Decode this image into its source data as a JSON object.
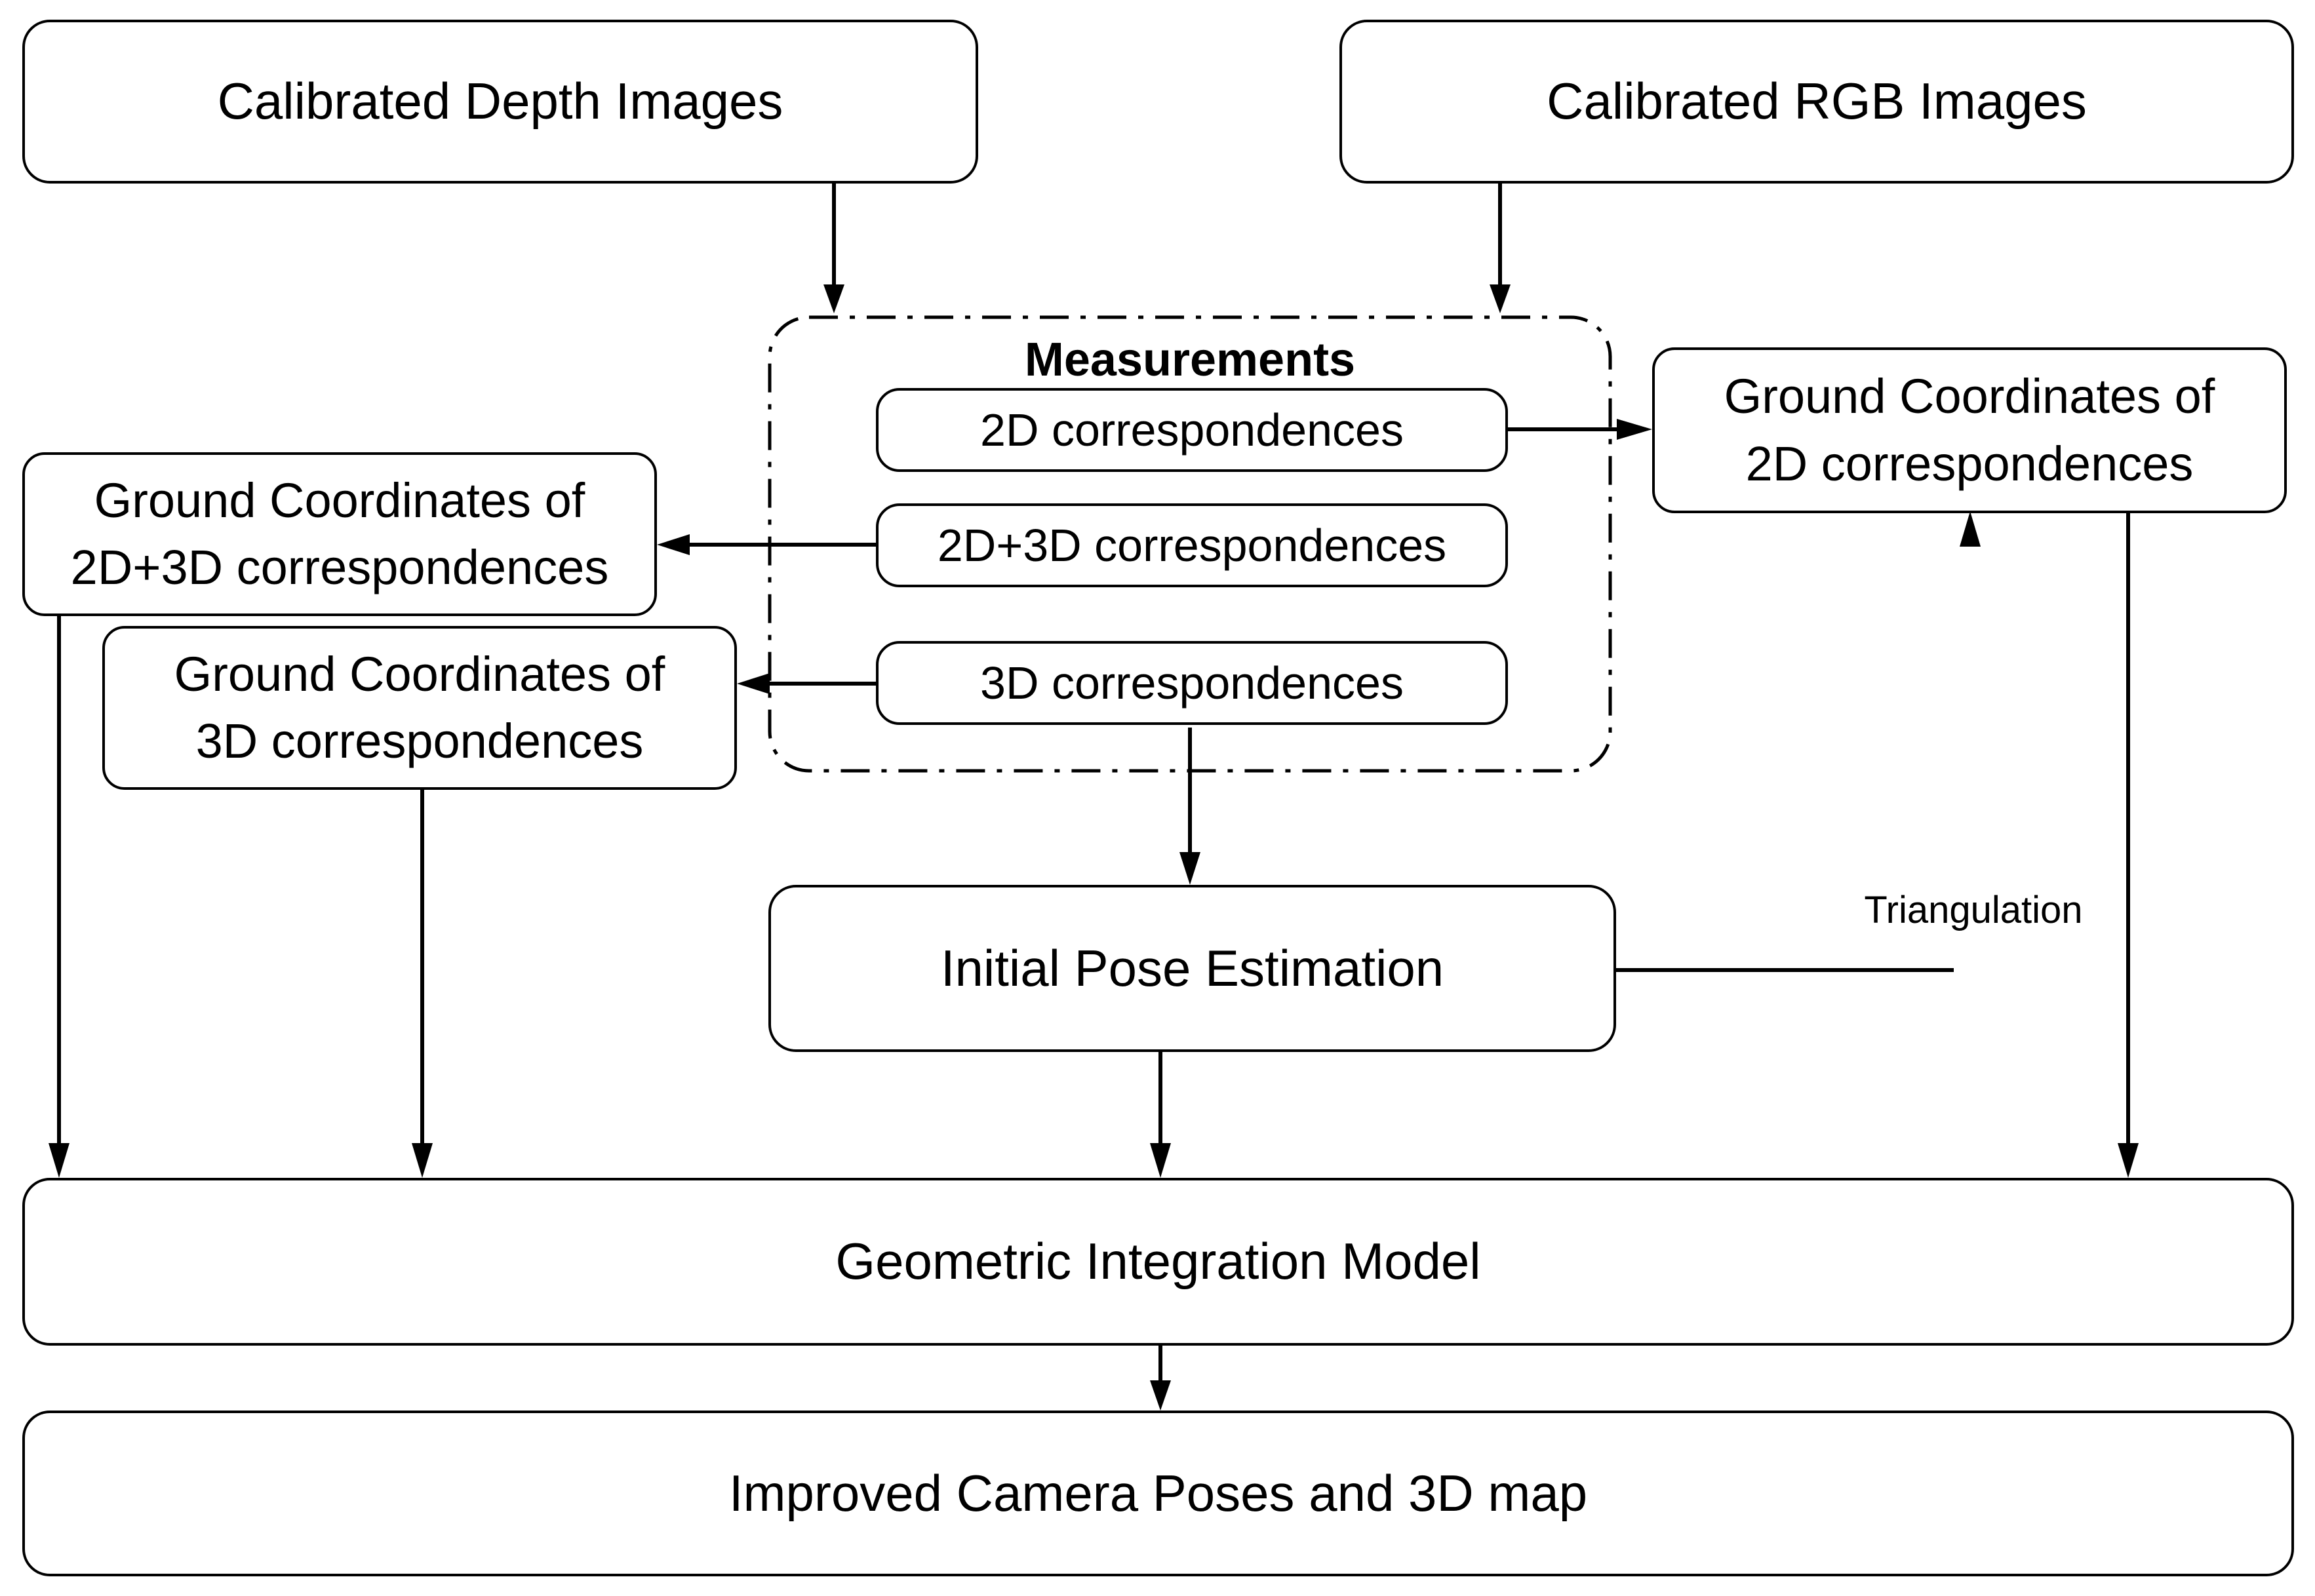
{
  "inputs": {
    "depth": "Calibrated Depth Images",
    "rgb": "Calibrated RGB Images"
  },
  "measurements": {
    "title": "Measurements",
    "c2d": "2D correspondences",
    "c2d3d": "2D+3D correspondences",
    "c3d": "3D correspondences"
  },
  "ground": {
    "g2d3d": {
      "line1": "Ground Coordinates of",
      "line2": "2D+3D correspondences"
    },
    "g3d": {
      "line1": "Ground Coordinates of",
      "line2": "3D correspondences"
    },
    "g2d": {
      "line1": "Ground Coordinates of",
      "line2": "2D correspondences"
    }
  },
  "process": {
    "initial_pose": "Initial Pose Estimation",
    "triangulation": "Triangulation",
    "geometric_model": "Geometric Integration Model",
    "output": "Improved Camera Poses and 3D map"
  }
}
